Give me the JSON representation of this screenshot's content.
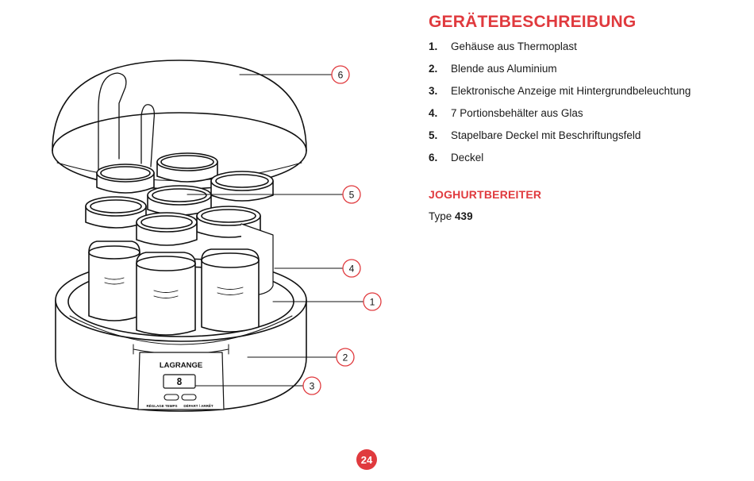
{
  "accent_color": "#e03a3e",
  "title": "GERÄTEBESCHREIBUNG",
  "parts": [
    {
      "num": "1.",
      "label": "Gehäuse aus Thermoplast"
    },
    {
      "num": "2.",
      "label": "Blende aus Aluminium"
    },
    {
      "num": "3.",
      "label": "Elektronische Anzeige mit Hintergrundbeleuchtung"
    },
    {
      "num": "4.",
      "label": "7 Portionsbehälter aus Glas"
    },
    {
      "num": "5.",
      "label": "Stapelbare Deckel mit Beschriftungsfeld"
    },
    {
      "num": "6.",
      "label": "Deckel"
    }
  ],
  "subtitle": "JOGHURTBEREITER",
  "type_label": "Type",
  "type_number": "439",
  "page_number": "24",
  "figure": {
    "brand": "LAGRANGE",
    "display_digit": "8",
    "button_left_label": "RÉGLAGE TEMPS",
    "button_right_label": "DÉPART / ARRÊT",
    "callouts": [
      "6",
      "5",
      "4",
      "1",
      "2",
      "3"
    ]
  }
}
